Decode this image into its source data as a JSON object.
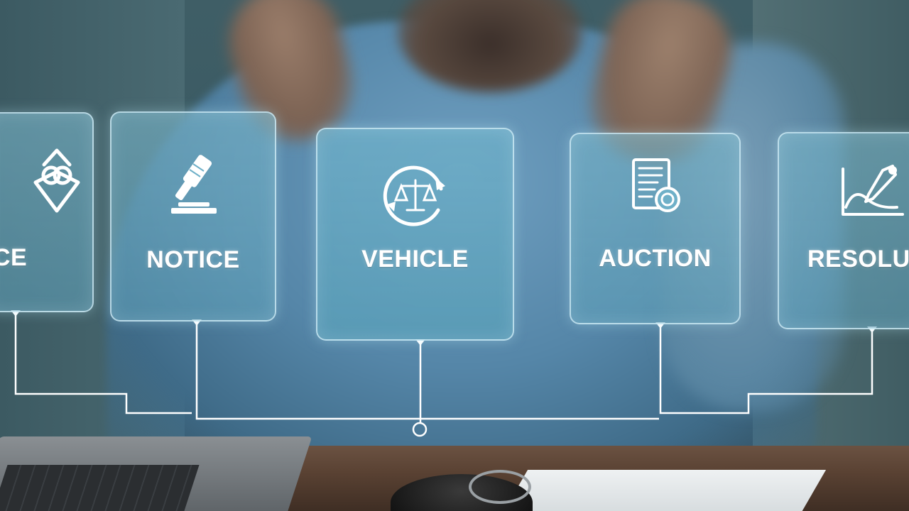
{
  "cards": [
    {
      "label": "ICE",
      "icon": "handshake-icon"
    },
    {
      "label": "NOTICE",
      "icon": "gavel-icon"
    },
    {
      "label": "VEHICLE",
      "icon": "scales-cycle-icon"
    },
    {
      "label": "AUCTION",
      "icon": "document-coin-icon"
    },
    {
      "label": "RESOLU",
      "icon": "graph-pen-icon"
    }
  ],
  "colors": {
    "card_fill": "#6fb0c8",
    "card_border": "#d7f0fa",
    "line": "#ffffff"
  }
}
